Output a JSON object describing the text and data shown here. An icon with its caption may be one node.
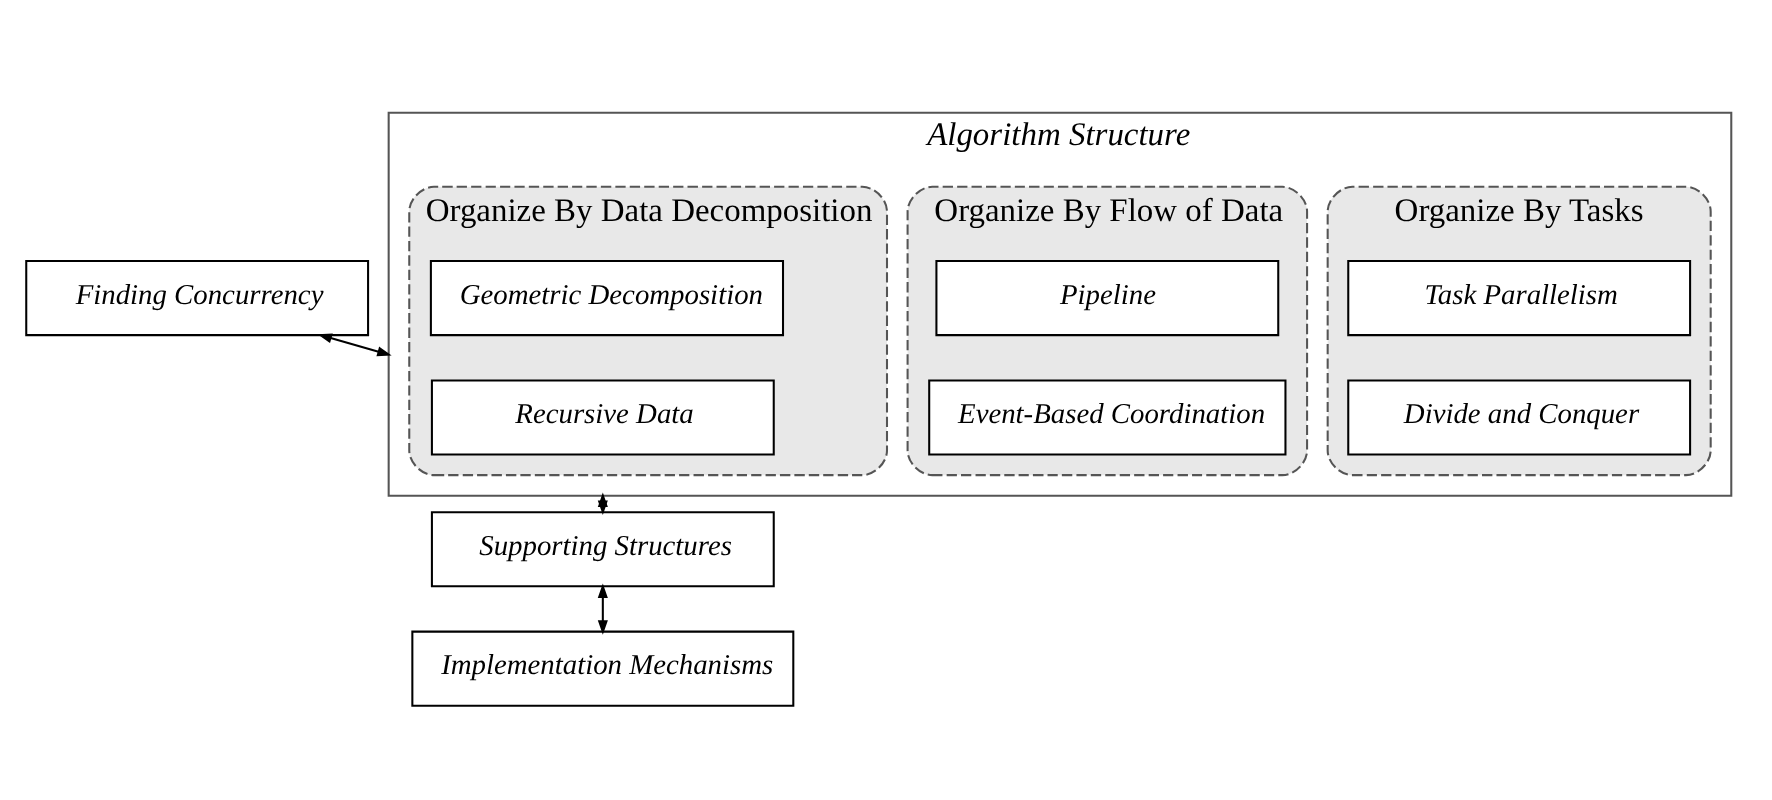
{
  "diagram": {
    "nodes": [
      {
        "text": [
          "Finding Concurrency"
        ]
      },
      {
        "text": [
          "Algorithm Structure"
        ]
      },
      {
        "text": [
          "Organize By Tasks"
        ],
        "in": 1
      },
      {
        "text": [
          "Task Parallelism"
        ],
        "in": 2
      },
      {
        "text": [
          "Divide and Conquer"
        ],
        "in": 2
      },
      {
        "text": [
          "Organize By Data Decomposition"
        ],
        "in": 1
      },
      {
        "text": [
          "Geometric Decomposition"
        ],
        "in": 5
      },
      {
        "text": [
          "Recursive Data"
        ],
        "in": 5
      },
      {
        "text": [
          "Organize By Flow of Data"
        ],
        "in": 1
      },
      {
        "text": [
          "Pipeline"
        ],
        "in": 8
      },
      {
        "text": [
          "Event-Based Coordination"
        ],
        "in": 8
      },
      {
        "text": [
          "Supporting Structures"
        ]
      },
      {
        "text": [
          "Implementation Mechanisms"
        ]
      }
    ],
    "edges": [
      {
        "from": 0,
        "to": 1,
        "arrow": "both"
      },
      {
        "from": 1,
        "to": 11,
        "arrow": "both"
      },
      {
        "from": 11,
        "to": 12,
        "arrow": "both"
      }
    ]
  }
}
